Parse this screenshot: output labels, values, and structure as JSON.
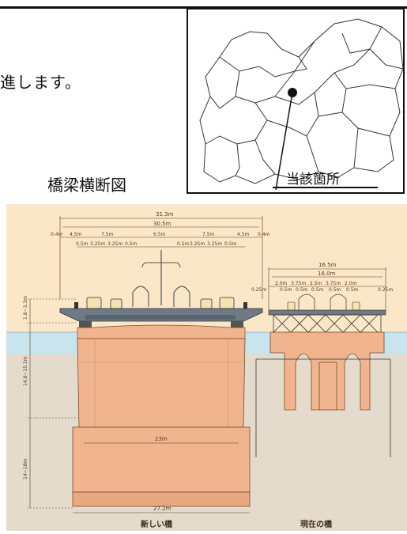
{
  "body_text": "進します。",
  "map": {
    "location_label": "当該箇所"
  },
  "section_title": "橋梁横断図",
  "diagram": {
    "new_bridge": {
      "caption": "新しい橋",
      "total_width": "31.3m",
      "deck_width": "30.5m",
      "lanes_top": [
        "0.4m",
        "4.5m",
        "7.5m",
        "6.5m",
        "7.5m",
        "4.5m",
        "0.4m"
      ],
      "lanes_sub": [
        "0.5m",
        "3.25m",
        "3.25m",
        "0.5m",
        "0.5m",
        "3.25m",
        "3.25m",
        "0.5m"
      ],
      "girder_height": "1.8~3.3m",
      "pier_height": "14.8~15.1m",
      "footing_height": "14~18m",
      "footing_inner_width": "23m",
      "footing_width": "27.2m"
    },
    "old_bridge": {
      "caption": "現在の橋",
      "total_width": "16.5m",
      "deck_width": "16.0m",
      "lanes": [
        "0.25m",
        "2.0m",
        "3.75m",
        "2.5m",
        "3.75m",
        "2.0m",
        "0.25m"
      ],
      "lanes_sub": [
        "0.5m",
        "0.5m",
        "0.5m",
        "0.5m",
        "0.5m"
      ]
    },
    "colors": {
      "background": "#fae7c8",
      "water": "#c9e3ef",
      "ground": "#e4dbcc",
      "pier": "#f0b58e",
      "deck": "#6f7a86",
      "dimension": "#5a3a1a"
    }
  }
}
